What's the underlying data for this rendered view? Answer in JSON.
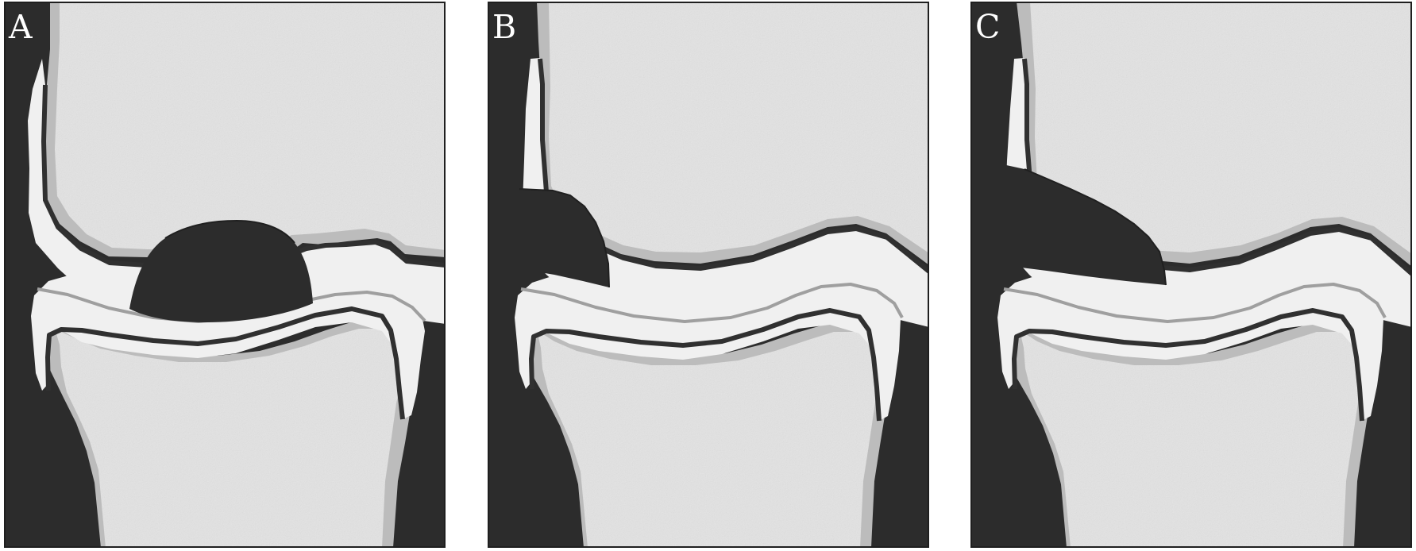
{
  "figure": {
    "panels": [
      {
        "label": "A",
        "icon": "joint-cartilage-round-lesion-icon"
      },
      {
        "label": "B",
        "icon": "joint-cartilage-edge-lesion-icon"
      },
      {
        "label": "C",
        "icon": "joint-cartilage-wedge-lesion-icon"
      }
    ]
  },
  "colors": {
    "background": "#ffffff",
    "panel_dark": "#2c2c2c",
    "bone_fill": "#e3e3e3",
    "cartilage_fill": "#f0f0f0",
    "bone_outline": "#bdbdbd",
    "cartilage_edge": "#2f2f2f",
    "joint_line": "#9f9f9f"
  }
}
